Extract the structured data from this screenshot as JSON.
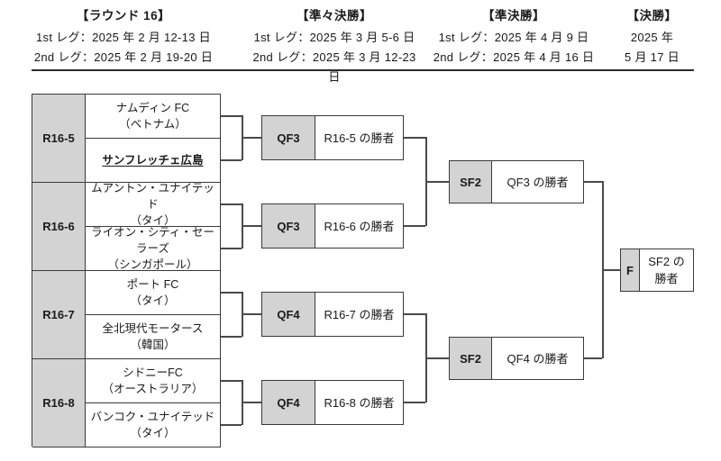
{
  "header": {
    "columns": [
      {
        "title": "【ラウンド 16】",
        "leg1": "1st レグ：2025 年 2 月 12-13 日",
        "leg2": "2nd レグ：2025 年 2 月 19-20 日"
      },
      {
        "title": "【準々決勝】",
        "leg1": "1st レグ：2025 年 3 月 5-6 日",
        "leg2": "2nd レグ：2025 年 3 月 12-23 日"
      },
      {
        "title": "【準決勝】",
        "leg1": "1st レグ：2025 年 4 月 9 日",
        "leg2": "2nd レグ：2025 年 4 月 16 日"
      },
      {
        "title": "【決勝】",
        "leg1": "2025 年",
        "leg2": "5 月 17 日"
      }
    ]
  },
  "bracket": {
    "r16": [
      {
        "label": "R16-5",
        "team1_name": "ナムディン FC",
        "team1_country": "（ベトナム）",
        "team2_name": "サンフレッチェ広島"
      },
      {
        "label": "R16-6",
        "team1_name": "ムアントン・ユナイテッド",
        "team1_country": "（タイ）",
        "team2_name": "ライオン・シティ・セーラーズ",
        "team2_country": "（シンガポール）"
      },
      {
        "label": "R16-7",
        "team1_name": "ポート FC",
        "team1_country": "（タイ）",
        "team2_name": "全北現代モータース",
        "team2_country": "（韓国）"
      },
      {
        "label": "R16-8",
        "team1_name": "シドニーFC",
        "team1_country": "（オーストラリア）",
        "team2_name": "バンコク・ユナイテッド",
        "team2_country": "（タイ）"
      }
    ],
    "qf": [
      {
        "label": "QF3",
        "winner": "R16-5 の勝者"
      },
      {
        "label": "QF3",
        "winner": "R16-6 の勝者"
      },
      {
        "label": "QF4",
        "winner": "R16-7 の勝者"
      },
      {
        "label": "QF4",
        "winner": "R16-8 の勝者"
      }
    ],
    "sf": [
      {
        "label": "SF2",
        "winner": "QF3 の勝者"
      },
      {
        "label": "SF2",
        "winner": "QF4 の勝者"
      }
    ],
    "final": {
      "label": "F",
      "winner_line1": "SF2 の",
      "winner_line2": "勝者"
    }
  },
  "colors": {
    "label_bg": "#d3d3d3",
    "border": "#3a3a3a",
    "connector": "#4a4a4a",
    "header_rule": "#2b2b2b"
  }
}
